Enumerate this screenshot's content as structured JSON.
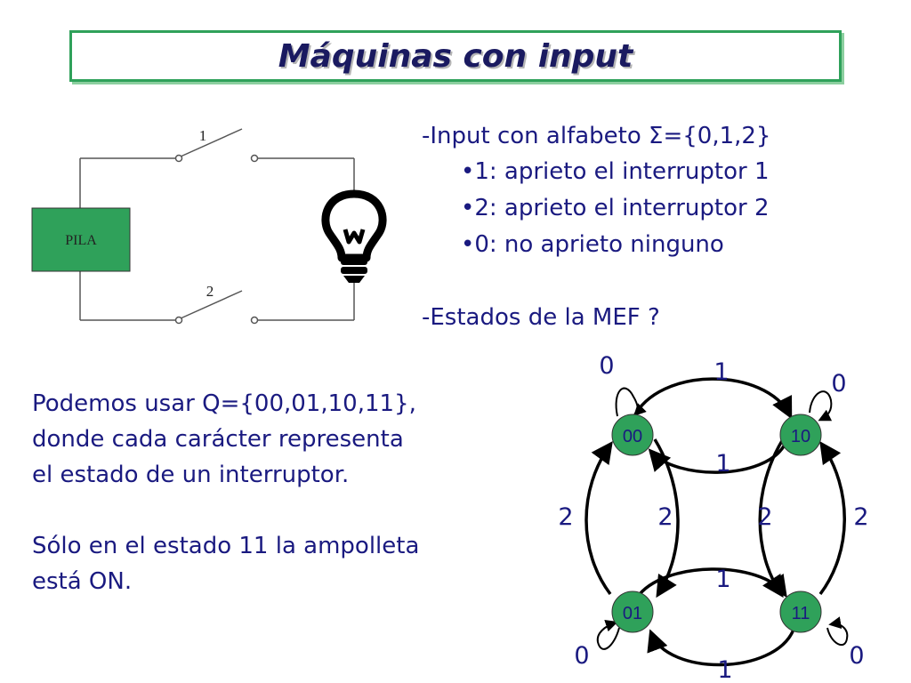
{
  "title": "Máquinas con input",
  "circuit": {
    "battery_label": "PILA",
    "switch1_label": "1",
    "switch2_label": "2"
  },
  "info": {
    "line1": "-Input con alfabeto Σ={0,1,2}",
    "bullet1": "•1: aprieto el interruptor 1",
    "bullet2": "•2: aprieto el interruptor 2",
    "bullet3": "•0: no aprieto ninguno",
    "question": "-Estados de la MEF ?"
  },
  "explanation": {
    "line1": "Podemos usar Q={00,01,10,11},",
    "line2": "donde cada carácter representa",
    "line3": "el estado de un interruptor.",
    "line4": "Sólo en el estado 11 la ampolleta",
    "line5": "está ON."
  },
  "states": {
    "s00": "00",
    "s10": "10",
    "s01": "01",
    "s11": "11"
  },
  "labels": {
    "loop00": "0",
    "loop10": "0",
    "loop01": "0",
    "loop11": "0",
    "top_outer": "1",
    "top_inner": "1",
    "bottom_inner": "1",
    "bottom_outer": "1",
    "left_outer": "2",
    "left_inner": "2",
    "right_inner": "2",
    "right_outer": "2"
  },
  "colors": {
    "node_fill": "#2fa15a",
    "battery_fill": "#2fa15a",
    "text": "#1a1a80",
    "title_border": "#2fa15a"
  }
}
